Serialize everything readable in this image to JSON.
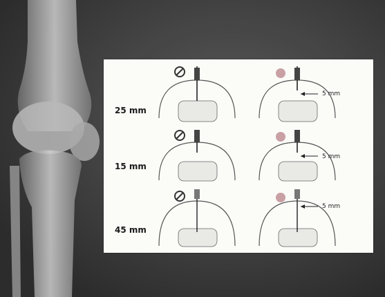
{
  "rows": [
    {
      "depth_label": "25 mm",
      "offset_label": "5 mm"
    },
    {
      "depth_label": "15 mm",
      "offset_label": "5 mm"
    },
    {
      "depth_label": "45 mm",
      "offset_label": "5 mm"
    }
  ],
  "icons": {
    "left_column": "prohibited-icon",
    "right_column": "correct-dot-icon"
  },
  "colors": {
    "background": "#3a3a3a",
    "panel": "#fbfbf8",
    "bone_outline": "#555555",
    "correct_dot": "#c9a0a4",
    "prohibited": "#333333"
  }
}
